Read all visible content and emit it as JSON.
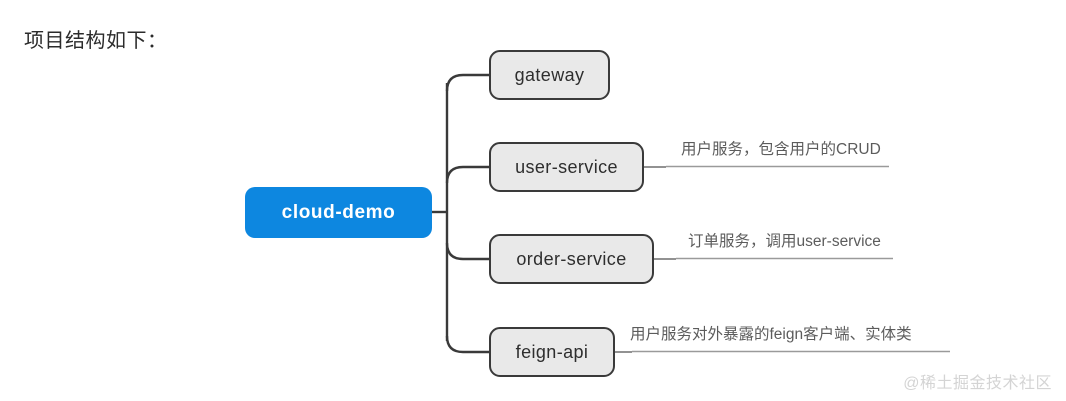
{
  "page": {
    "title": "项目结构如下：",
    "background_color": "#ffffff"
  },
  "mindmap": {
    "root": {
      "label": "cloud-demo",
      "fill_color": "#0d87e0",
      "text_color": "#ffffff"
    },
    "branches": [
      {
        "label": "gateway",
        "annotation": "",
        "fill_color": "#e9e9e9",
        "border_color": "#3a3a3a"
      },
      {
        "label": "user-service",
        "annotation": "用户服务，包含用户的CRUD",
        "fill_color": "#e9e9e9",
        "border_color": "#3a3a3a"
      },
      {
        "label": "order-service",
        "annotation": "订单服务，调用user-service",
        "fill_color": "#e9e9e9",
        "border_color": "#3a3a3a"
      },
      {
        "label": "feign-api",
        "annotation": "用户服务对外暴露的feign客户端、实体类",
        "fill_color": "#e9e9e9",
        "border_color": "#3a3a3a"
      }
    ]
  },
  "watermark": {
    "text": "@稀土掘金技术社区"
  }
}
